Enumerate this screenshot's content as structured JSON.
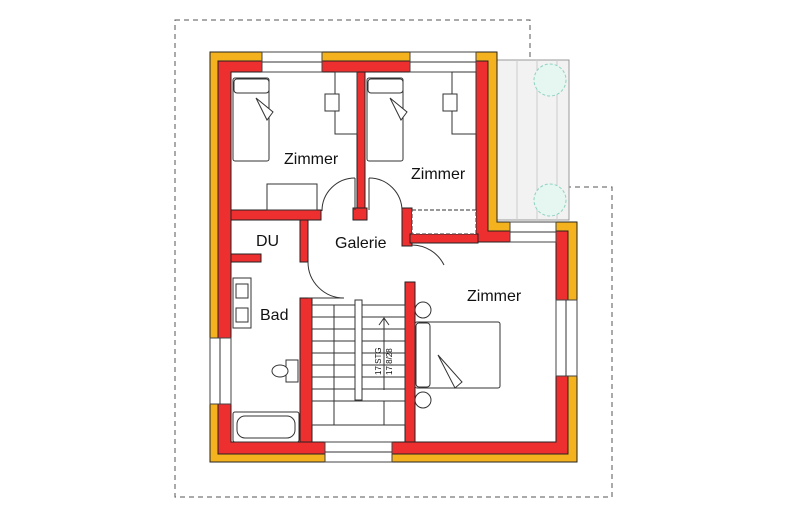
{
  "rooms": {
    "zimmer_1": "Zimmer",
    "zimmer_2": "Zimmer",
    "zimmer_3": "Zimmer",
    "du": "DU",
    "galerie": "Galerie",
    "bad": "Bad"
  },
  "stairs": {
    "steps": "17 STG",
    "rise_run": "17,8/28"
  },
  "colors": {
    "wall_red": "#ee2f2f",
    "insulation_orange": "#f5b21f",
    "plant_green": "#8fd3c3"
  }
}
